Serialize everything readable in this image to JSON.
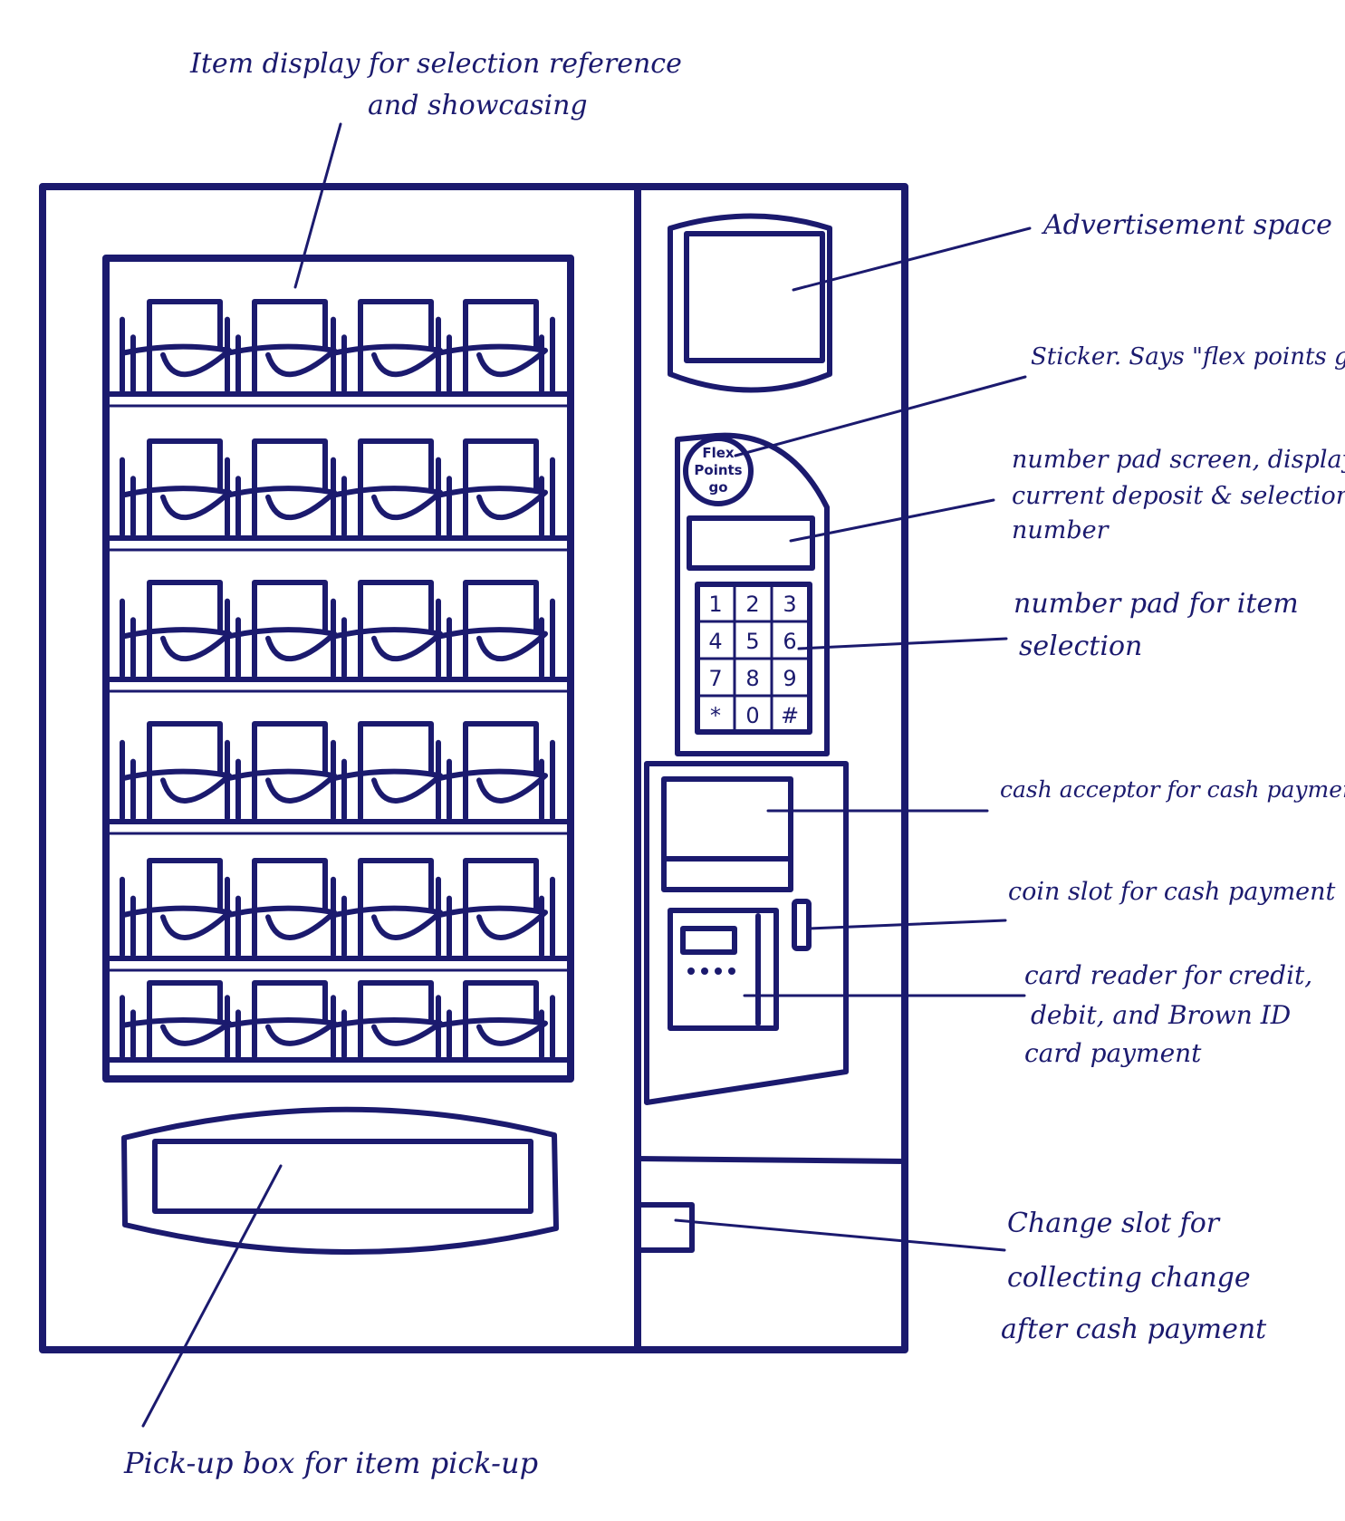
{
  "annotations": {
    "item_display": [
      "Item display for selection reference",
      "and showcasing"
    ],
    "advertisement": [
      "Advertisement space"
    ],
    "sticker": [
      "Sticker. Says \"flex points go\""
    ],
    "screen": [
      "number pad screen, displays",
      "current deposit & selection",
      "number"
    ],
    "number_pad": [
      "number pad for item",
      "selection"
    ],
    "cash_acceptor": [
      "cash acceptor for cash payment"
    ],
    "coin_slot": [
      "coin slot for cash payment"
    ],
    "card_reader": [
      "card reader for credit,",
      "debit, and Brown ID",
      "card payment"
    ],
    "change_slot": [
      "Change slot for",
      "collecting change",
      "after cash payment"
    ],
    "pickup": [
      "Pick-up box for item pick-up"
    ]
  },
  "sticker_text": [
    "Flex",
    "Points",
    "go"
  ],
  "keypad": [
    "1",
    "2",
    "3",
    "4",
    "5",
    "6",
    "7",
    "8",
    "9",
    "*",
    "0",
    "#"
  ],
  "display": {
    "shelf_rows": 6,
    "items_per_row": 4
  },
  "colors": {
    "ink": "#1b1a6e",
    "background": "#ffffff"
  }
}
